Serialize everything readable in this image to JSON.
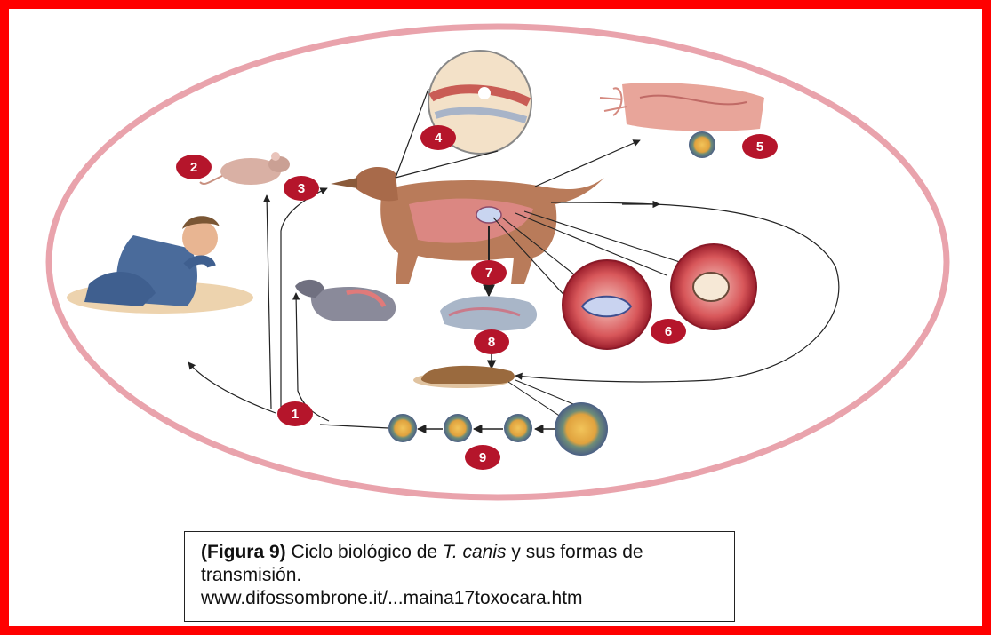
{
  "caption": {
    "figure_label": "(Figura 9)",
    "text_before_italic": " Ciclo biológico de ",
    "italic_species": "T. canis",
    "text_after_italic": " y sus formas de transmisión.",
    "source_url": "www.difossombrone.it/...maina17toxocara.htm"
  },
  "stages": [
    "1",
    "2",
    "3",
    "4",
    "5",
    "6",
    "7",
    "8",
    "9"
  ],
  "colors": {
    "frame_border": "#ff0000",
    "cycle_ring": "#e9a3ac",
    "number_badge": "#b5152b",
    "egg_ring": "#5a6c8c",
    "egg_core": "#e8b04a"
  },
  "icons": [
    "child-illustration",
    "mouse-illustration",
    "dog-illustration",
    "puppy-illustration",
    "intestine-illustration",
    "larva-in-tissue-illustration",
    "placenta-illustration",
    "feces-illustration",
    "egg-illustration"
  ]
}
